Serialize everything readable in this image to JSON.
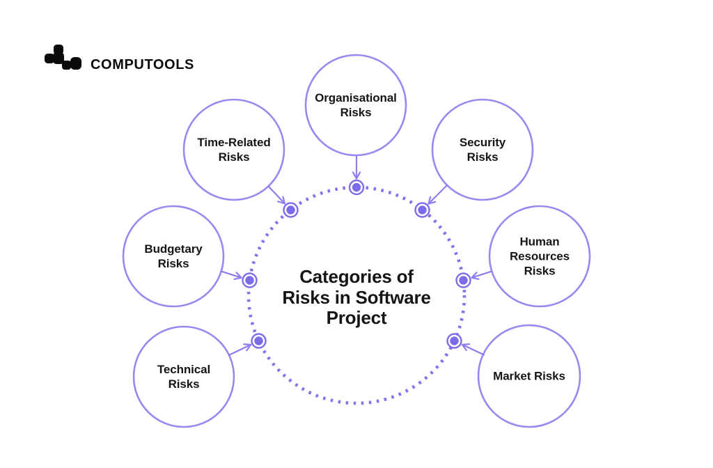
{
  "brand": {
    "name": "COMPUTOOLS"
  },
  "diagram": {
    "title": "Categories of Risks in Software Project",
    "nodes": [
      {
        "id": "organisational",
        "label": "Organisational Risks"
      },
      {
        "id": "time-related",
        "label": "Time-Related Risks"
      },
      {
        "id": "security",
        "label": "Security Risks"
      },
      {
        "id": "budgetary",
        "label": "Budgetary Risks"
      },
      {
        "id": "human-resources",
        "label": "Human Resources Risks"
      },
      {
        "id": "technical",
        "label": "Technical Risks"
      },
      {
        "id": "market",
        "label": "Market Risks"
      }
    ],
    "colors": {
      "background": "#ffffff",
      "node_stroke": "#9689f2",
      "hub_dots": "#8273ea",
      "connector": "#8c7df0",
      "point_fill": "#7d6ce9",
      "text": "#151515",
      "logo": "#0b0b0b"
    }
  }
}
